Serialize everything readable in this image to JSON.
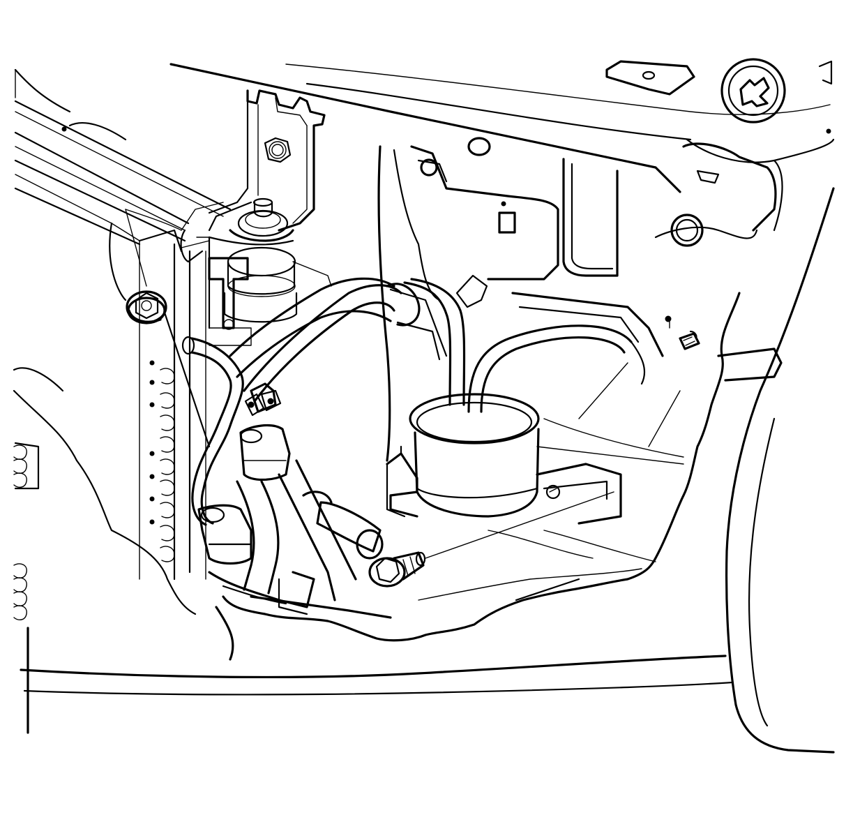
{
  "figure": {
    "type": "technical-line-drawing",
    "background_color": "#ffffff",
    "line_color": "#000000",
    "subject_parts": [
      "radiator-support",
      "radiator-core",
      "mounting-bracket",
      "bracket-bolt",
      "isolator-grommet",
      "isolator-nut",
      "transmission-cooler-lines",
      "coolant-hose",
      "accumulator-canister",
      "canister-bracket",
      "canister-mounting-bolt",
      "inner-fender-panel",
      "stud",
      "body-panel"
    ]
  }
}
